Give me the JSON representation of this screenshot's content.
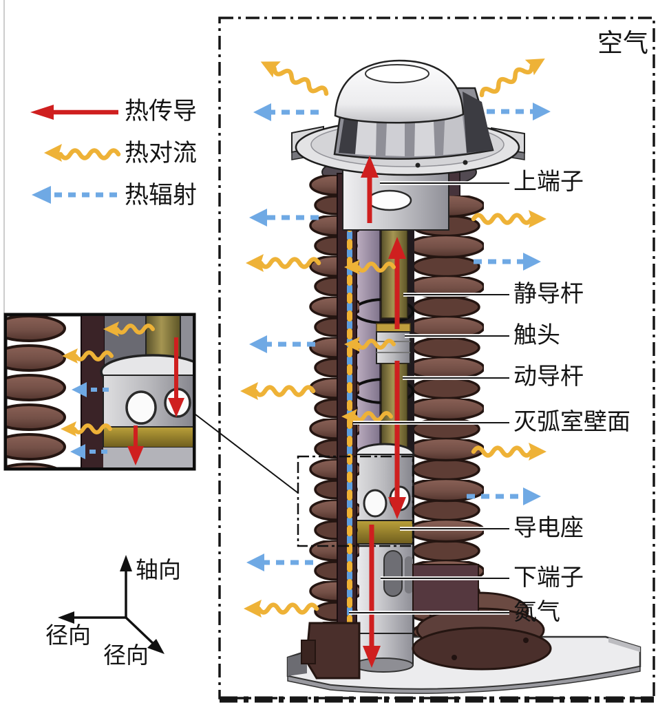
{
  "air_label": "空气",
  "legend": {
    "items": [
      {
        "id": "conduction",
        "label": "热传导",
        "color": "#cf1f1f",
        "style": "solid-arrow"
      },
      {
        "id": "convection",
        "label": "热对流",
        "color": "#eeb237",
        "style": "wavy-arrow"
      },
      {
        "id": "radiation",
        "label": "热辐射",
        "color": "#6fa9e4",
        "style": "dashed-arrow"
      }
    ]
  },
  "parts": [
    {
      "id": "upper-terminal",
      "text": "上端子"
    },
    {
      "id": "static-rod",
      "text": "静导杆"
    },
    {
      "id": "contact",
      "text": "触头"
    },
    {
      "id": "moving-rod",
      "text": "动导杆"
    },
    {
      "id": "chamber-wall",
      "text": "灭弧室壁面"
    },
    {
      "id": "conductive-seat",
      "text": "导电座"
    },
    {
      "id": "lower-terminal",
      "text": "下端子"
    },
    {
      "id": "nitrogen",
      "text": "氮气"
    }
  ],
  "axes": {
    "axial": "轴向",
    "radial_left": "径向",
    "radial_diag": "径向"
  },
  "colors": {
    "conduction_red": "#cf1f1f",
    "convection_yellow": "#eeb237",
    "radiation_blue": "#6fa9e4",
    "insulator_brown": "#7c554b",
    "gold_band": "#a18a2e",
    "chamber_lavender": "#a99bab"
  }
}
